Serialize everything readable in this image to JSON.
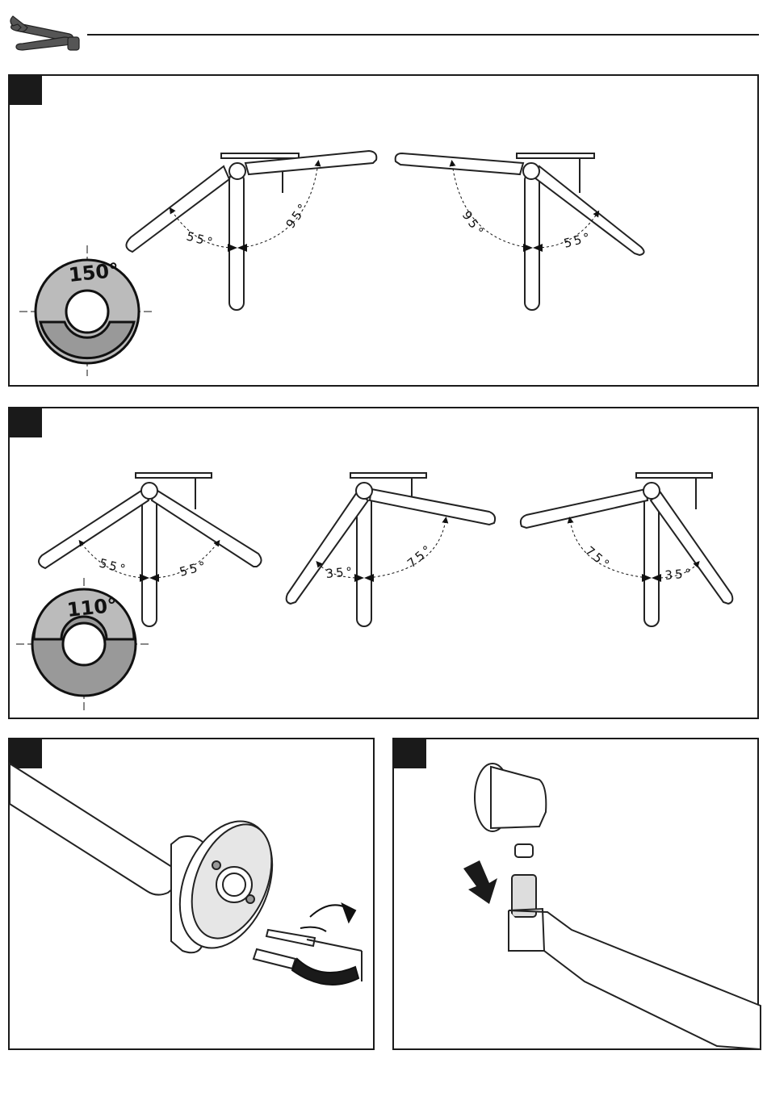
{
  "header": {
    "icon": "wrench-screwdriver-icon"
  },
  "panel1": {
    "ring_label": "150°",
    "left_angle_a": "55°",
    "left_angle_b": "95°",
    "right_angle_a": "95°",
    "right_angle_b": "55°"
  },
  "panel2": {
    "ring_label": "110°",
    "c1_left": "55°",
    "c1_right": "55°",
    "c2_left": "35°",
    "c2_right": "75°",
    "c3_left": "75°",
    "c3_right": "35°"
  },
  "panel3": {
    "rotate_icon": "rotate-arrow-icon"
  },
  "panel4": {
    "down_icon": "down-arrow-icon"
  }
}
